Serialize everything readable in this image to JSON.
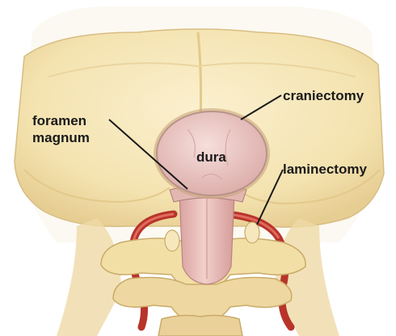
{
  "labels": {
    "craniectomy": "craniectomy",
    "foramen": "foramen",
    "magnum": "magnum",
    "dura": "dura",
    "laminectomy": "laminectomy"
  },
  "colors": {
    "skull": "#F4E3B0",
    "skull_shadow": "#E3C98A",
    "dura": "#EBC8C6",
    "spinal_cord": "#E8B9B6",
    "artery": "#C0392B",
    "vertebra": "#F2DFA6",
    "leader_line": "#1A1A1A"
  }
}
